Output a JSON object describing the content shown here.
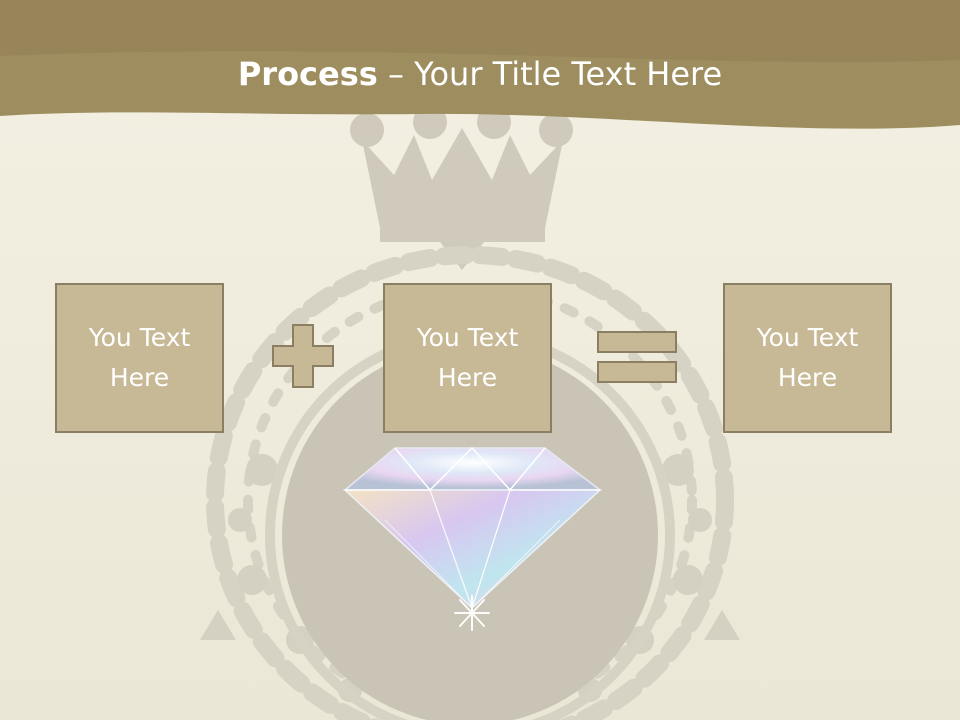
{
  "slide": {
    "title_bold": "Process",
    "title_rest": " – Your Title Text Here",
    "boxes": [
      {
        "label": "You Text Here"
      },
      {
        "label": "You Text Here"
      },
      {
        "label": "You Text Here"
      }
    ],
    "operators": [
      "plus-icon",
      "equals-icon"
    ]
  },
  "colors": {
    "header": "#9a8a5c",
    "box_fill": "#c7b996",
    "box_border": "#8a7e63",
    "operator_fill": "#c7b996",
    "background": "#f1eee0"
  }
}
